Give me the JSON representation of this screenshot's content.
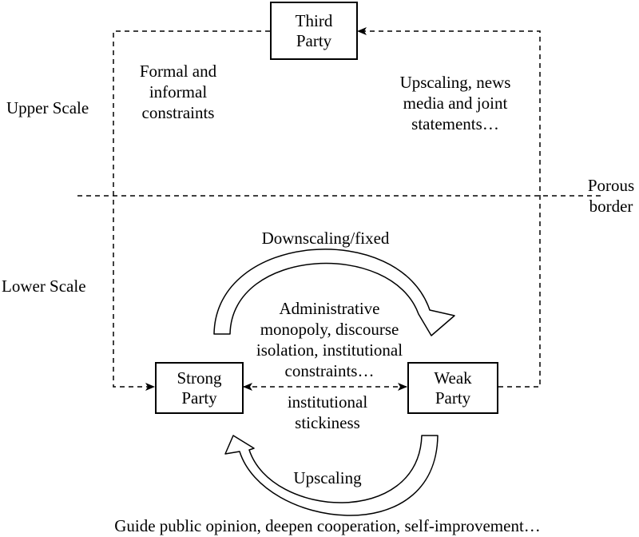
{
  "boxes": {
    "third_party": "Third\nParty",
    "strong_party": "Strong\nParty",
    "weak_party": "Weak\nParty"
  },
  "labels": {
    "upper_scale": "Upper Scale",
    "lower_scale": "Lower Scale",
    "porous_border": "Porous\nborder",
    "formal_constraints": "Formal and\ninformal\nconstraints",
    "upscaling_media": "Upscaling, news\nmedia and joint\nstatements…",
    "downscaling_fixed": "Downscaling/fixed",
    "administrative": "Administrative\nmonopoly, discourse\nisolation, institutional\nconstraints…",
    "institutional_stickiness": "institutional\nstickiness",
    "upscaling": "Upscaling",
    "guide_public": "Guide public opinion, deepen cooperation, self-improvement…"
  }
}
